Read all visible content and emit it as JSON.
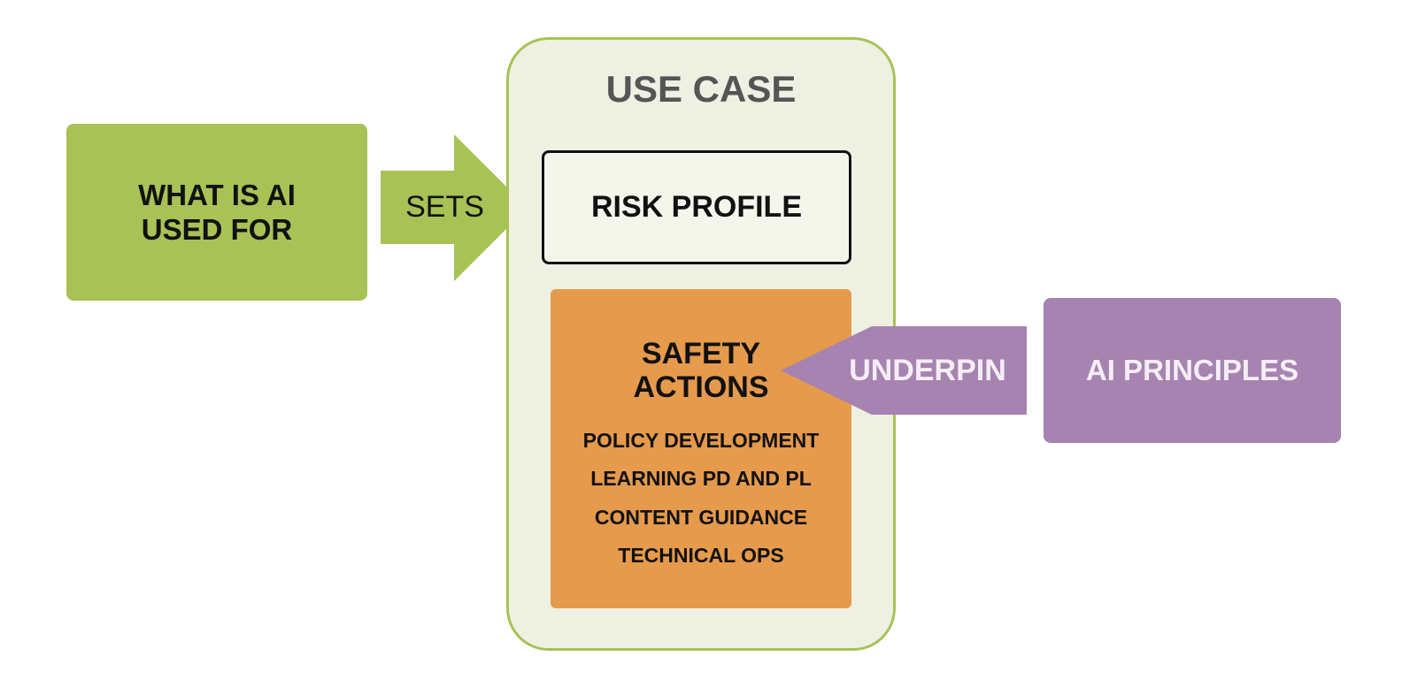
{
  "diagram": {
    "what_box": {
      "lines": [
        "WHAT IS AI",
        "USED FOR"
      ]
    },
    "sets_arrow": {
      "label": "SETS"
    },
    "use_case": {
      "title": "USE CASE",
      "risk_profile": "RISK PROFILE",
      "safety_actions": {
        "title_lines": [
          "SAFETY",
          "ACTIONS"
        ],
        "items": [
          "POLICY DEVELOPMENT",
          "LEARNING PD AND PL",
          "CONTENT GUIDANCE",
          "TECHNICAL OPS"
        ]
      }
    },
    "underpin_arrow": {
      "label": "UNDERPIN"
    },
    "principles_box": {
      "label": "AI PRINCIPLES"
    }
  },
  "colors": {
    "green": "#a8c256",
    "usecase_fill": "#eef1e2",
    "orange": "#e69a4c",
    "purple": "#a783b1",
    "title_gray": "#555555"
  }
}
